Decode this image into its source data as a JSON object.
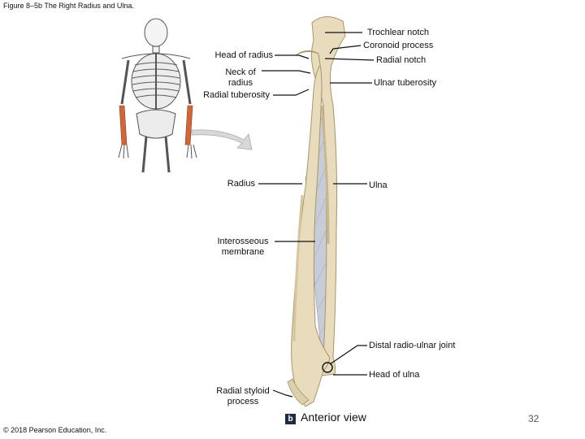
{
  "caption": "Figure 8–5b The Right Radius and Ulna.",
  "labels": {
    "trochlear_notch": "Trochlear notch",
    "coronoid_process": "Coronoid process",
    "head_of_radius": "Head of radius",
    "radial_notch": "Radial notch",
    "neck_of_radius_1": "Neck of",
    "neck_of_radius_2": "radius",
    "ulnar_tuberosity": "Ulnar tuberosity",
    "radial_tuberosity": "Radial tuberosity",
    "radius": "Radius",
    "ulna": "Ulna",
    "interosseous_1": "Interosseous",
    "interosseous_2": "membrane",
    "distal_radio_ulnar_joint": "Distal radio-ulnar joint",
    "head_of_ulna": "Head of ulna",
    "radial_styloid_1": "Radial styloid",
    "radial_styloid_2": "process"
  },
  "view_badge": "b",
  "view_title": "Anterior view",
  "page_number": "32",
  "copyright": "© 2018 Pearson Education, Inc.",
  "colors": {
    "bone": "#e8dcbc",
    "bone_shade": "#c9b78e",
    "membrane": "#c7cdd8",
    "highlight": "#d2663a",
    "leader": "#111111"
  }
}
